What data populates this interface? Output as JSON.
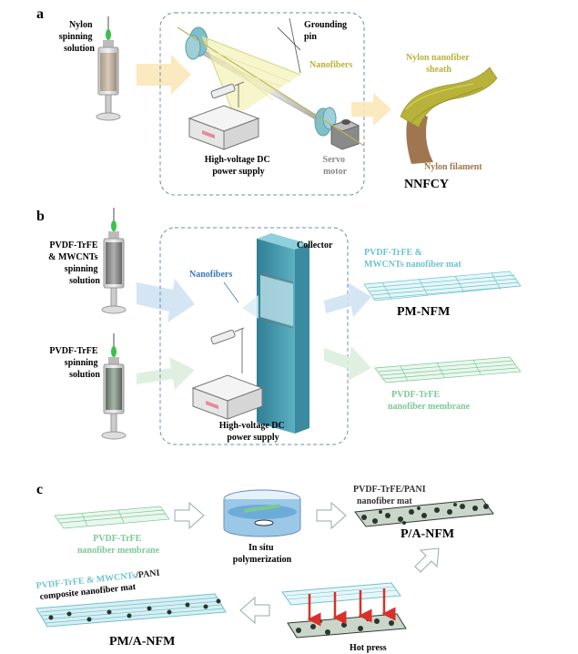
{
  "panel_a": {
    "letter": "a",
    "syringe_label_1": "Nylon",
    "syringe_label_2": "spinning",
    "syringe_label_3": "solution",
    "grounding_pin_1": "Grounding",
    "grounding_pin_2": "pin",
    "nanofibers": "Nanofibers",
    "power_supply_1": "High-voltage DC",
    "power_supply_2": "power supply",
    "servo_1": "Servo",
    "servo_2": "motor",
    "sheath_1": "Nylon nanofiber",
    "sheath_2": "sheath",
    "filament": "Nylon filament",
    "product": "NNFCY"
  },
  "panel_b": {
    "letter": "b",
    "syringe1_label_1": "PVDF-TrFE",
    "syringe1_label_2": "& MWCNTs",
    "syringe1_label_3": "spinning",
    "syringe1_label_4": "solution",
    "syringe2_label_1": "PVDF-TrFE",
    "syringe2_label_2": "spinning",
    "syringe2_label_3": "solution",
    "collector": "Collector",
    "nanofibers": "Nanofibers",
    "power_supply_1": "High-voltage DC",
    "power_supply_2": "power supply",
    "mat1_label_1": "PVDF-TrFE &",
    "mat1_label_2": "MWCNTs nanofiber mat",
    "mat1_product": "PM-NFM",
    "mat2_label_1": "PVDF-TrFE",
    "mat2_label_2": "nanofiber membrane"
  },
  "panel_c": {
    "letter": "c",
    "membrane_label_1": "PVDF-TrFE",
    "membrane_label_2": "nanofiber membrane",
    "polymerization_1": "In situ",
    "polymerization_2": "polymerization",
    "pani_label_1": "PVDF-TrFE/PANI",
    "pani_label_2": "nanofiber mat",
    "pani_product": "P/A-NFM",
    "hot_press": "Hot press",
    "composite_label_1a": "PVDF-TrFE & MWCNTs",
    "composite_label_1b": "/PANI",
    "composite_label_2": "composite nanofiber mat",
    "composite_product": "PM/A-NFM"
  },
  "colors": {
    "dashed_box": "#6b8fa8",
    "teal_device": "#7fbfc9",
    "collector": "#4f9db0",
    "nylon_sheath": "#b8b23a",
    "filament": "#a07650",
    "blue_fiber": "#6cc3cc",
    "green_fiber": "#7cc896",
    "arrow_yellow": "#fbe7b8",
    "arrow_blue": "#cfe2f3",
    "arrow_green": "#dbeedd",
    "red_arrow": "#d9302a",
    "needle_tip": "#39c24a"
  }
}
